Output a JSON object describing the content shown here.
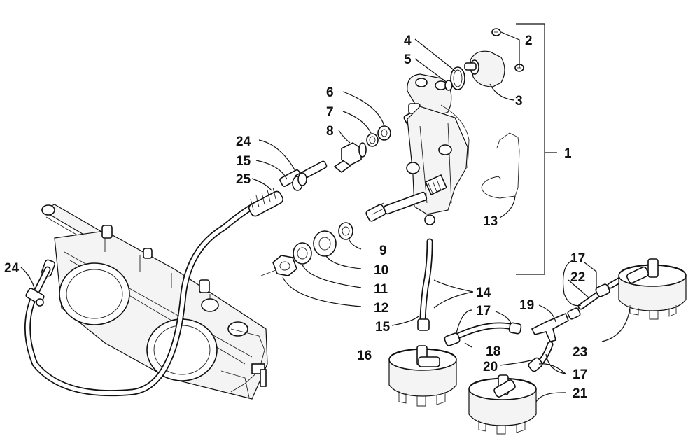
{
  "labels": {
    "l1": "1",
    "l2": "2",
    "l3": "3",
    "l4": "4",
    "l5": "5",
    "l6": "6",
    "l7": "7",
    "l8": "8",
    "l9": "9",
    "l10": "10",
    "l11": "11",
    "l12": "12",
    "l13": "13",
    "l14": "14",
    "l15a": "15",
    "l15b": "15",
    "l16": "16",
    "l17a": "17",
    "l17b": "17",
    "l17c": "17",
    "l18": "18",
    "l19": "19",
    "l20": "20",
    "l21": "21",
    "l22": "22",
    "l23": "23",
    "l24a": "24",
    "l24b": "24",
    "l25": "25"
  }
}
